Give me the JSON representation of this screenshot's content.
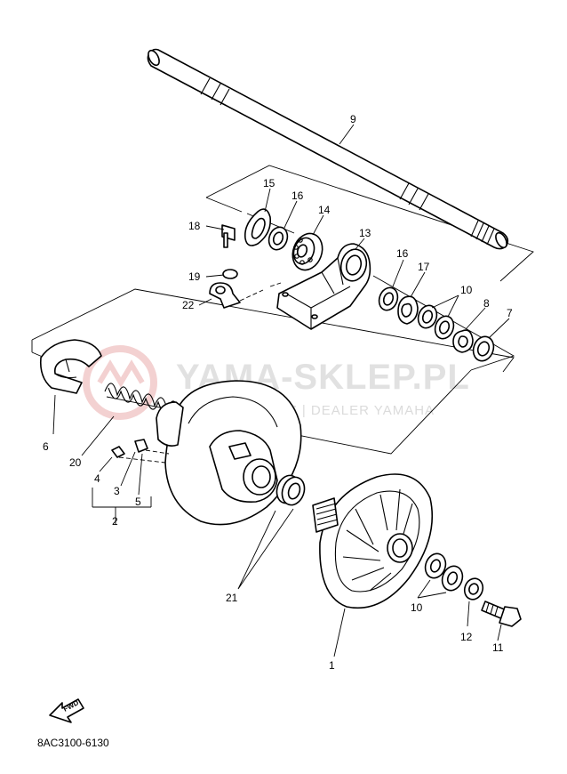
{
  "watermark": {
    "brand": "YAMA-SKLEP.PL",
    "sub": "CIECHOWICZ | DEALER YAMAHA",
    "logo_color": "#e8a4a4"
  },
  "diagram_code": "8AC3100-6130",
  "fwd_label": "FWD",
  "callouts": [
    {
      "id": "c9",
      "label": "9"
    },
    {
      "id": "c15",
      "label": "15"
    },
    {
      "id": "c16a",
      "label": "16"
    },
    {
      "id": "c14",
      "label": "14"
    },
    {
      "id": "c18",
      "label": "18"
    },
    {
      "id": "c13",
      "label": "13"
    },
    {
      "id": "c19",
      "label": "19"
    },
    {
      "id": "c22",
      "label": "22"
    },
    {
      "id": "c16b",
      "label": "16"
    },
    {
      "id": "c17",
      "label": "17"
    },
    {
      "id": "c10a",
      "label": "10"
    },
    {
      "id": "c8",
      "label": "8"
    },
    {
      "id": "c7",
      "label": "7"
    },
    {
      "id": "c6",
      "label": "6"
    },
    {
      "id": "c20",
      "label": "20"
    },
    {
      "id": "c4",
      "label": "4"
    },
    {
      "id": "c3",
      "label": "3"
    },
    {
      "id": "c5",
      "label": "5"
    },
    {
      "id": "c2",
      "label": "2"
    },
    {
      "id": "c21",
      "label": "21"
    },
    {
      "id": "c10b",
      "label": "10"
    },
    {
      "id": "c12",
      "label": "12"
    },
    {
      "id": "c11",
      "label": "11"
    },
    {
      "id": "c1",
      "label": "1"
    }
  ]
}
